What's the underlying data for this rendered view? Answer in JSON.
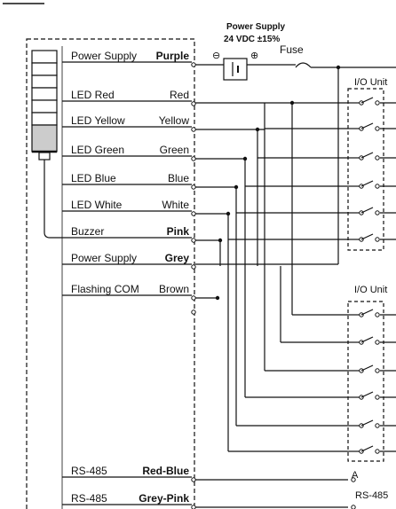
{
  "power_supply": {
    "title": "Power Supply",
    "spec": "24 VDC ±15%",
    "minus_symbol": "⊖",
    "plus_symbol": "⊕",
    "fuse_label": "Fuse"
  },
  "wires": [
    {
      "function": "Power Supply",
      "color": "Purple",
      "bold": true
    },
    {
      "function": "LED  Red",
      "color": "Red",
      "bold": false
    },
    {
      "function": "LED  Yellow",
      "color": "Yellow",
      "bold": false
    },
    {
      "function": "LED  Green",
      "color": "Green",
      "bold": false
    },
    {
      "function": "LED  Blue",
      "color": "Blue",
      "bold": false
    },
    {
      "function": "LED  White",
      "color": "White",
      "bold": false
    },
    {
      "function": "Buzzer",
      "color": "Pink",
      "bold": true
    },
    {
      "function": "Power Supply",
      "color": "Grey",
      "bold": true
    },
    {
      "function": "Flashing COM",
      "color": "Brown",
      "bold": false
    }
  ],
  "rs485": [
    {
      "function": "RS-485",
      "color": "Red-Blue",
      "terminal": "A"
    },
    {
      "function": "RS-485",
      "color": "Grey-Pink",
      "terminal": "RS-485"
    }
  ],
  "io_units": [
    {
      "label": "I/O Unit"
    },
    {
      "label": "I/O Unit"
    }
  ]
}
